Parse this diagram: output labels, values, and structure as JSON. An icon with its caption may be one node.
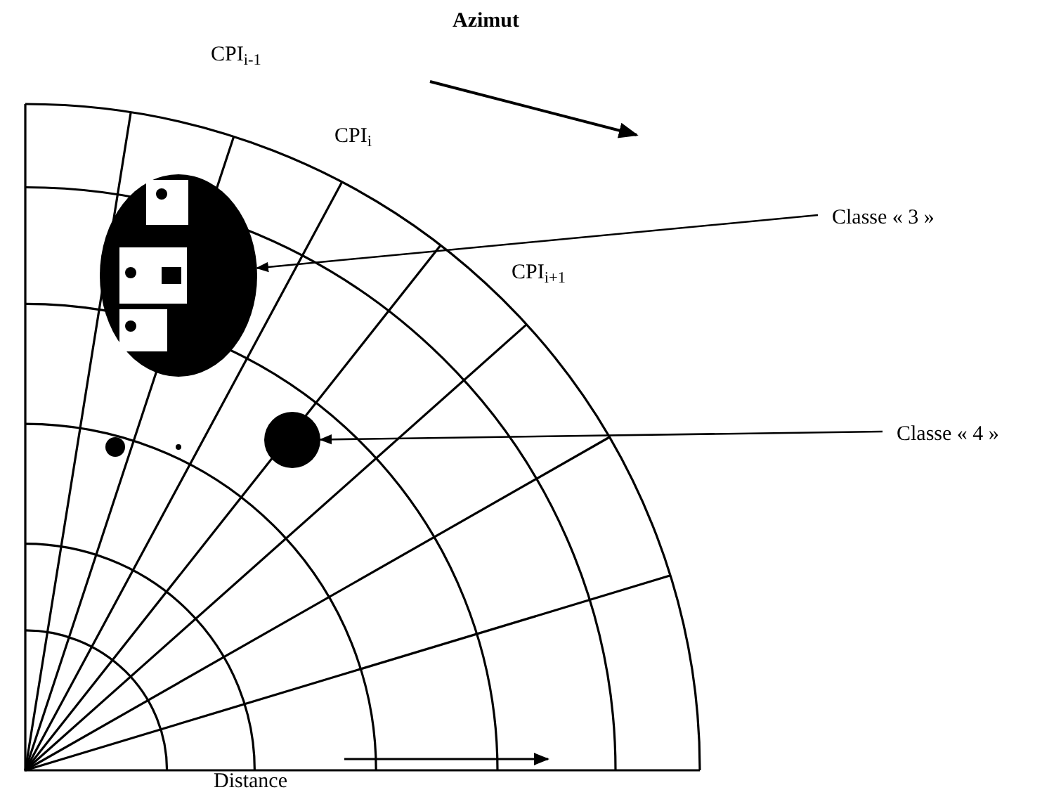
{
  "diagram": {
    "nodes": [
      {
        "text": [
          "Classe « 3 »"
        ]
      },
      {
        "text": [],
        "shape": "blob"
      },
      {
        "text": [
          "Classe « 4 »"
        ]
      },
      {
        "text": [],
        "shape": "circle"
      }
    ],
    "edges": [
      {
        "from": 0,
        "to": 1,
        "arrow": "to"
      },
      {
        "from": 2,
        "to": 3,
        "arrow": "to"
      }
    ],
    "labels": [
      "Azimut",
      "CPI$_{i-1}$",
      "CPI$_{i}$",
      "CPI$_{i+1}$",
      "Distance"
    ]
  }
}
